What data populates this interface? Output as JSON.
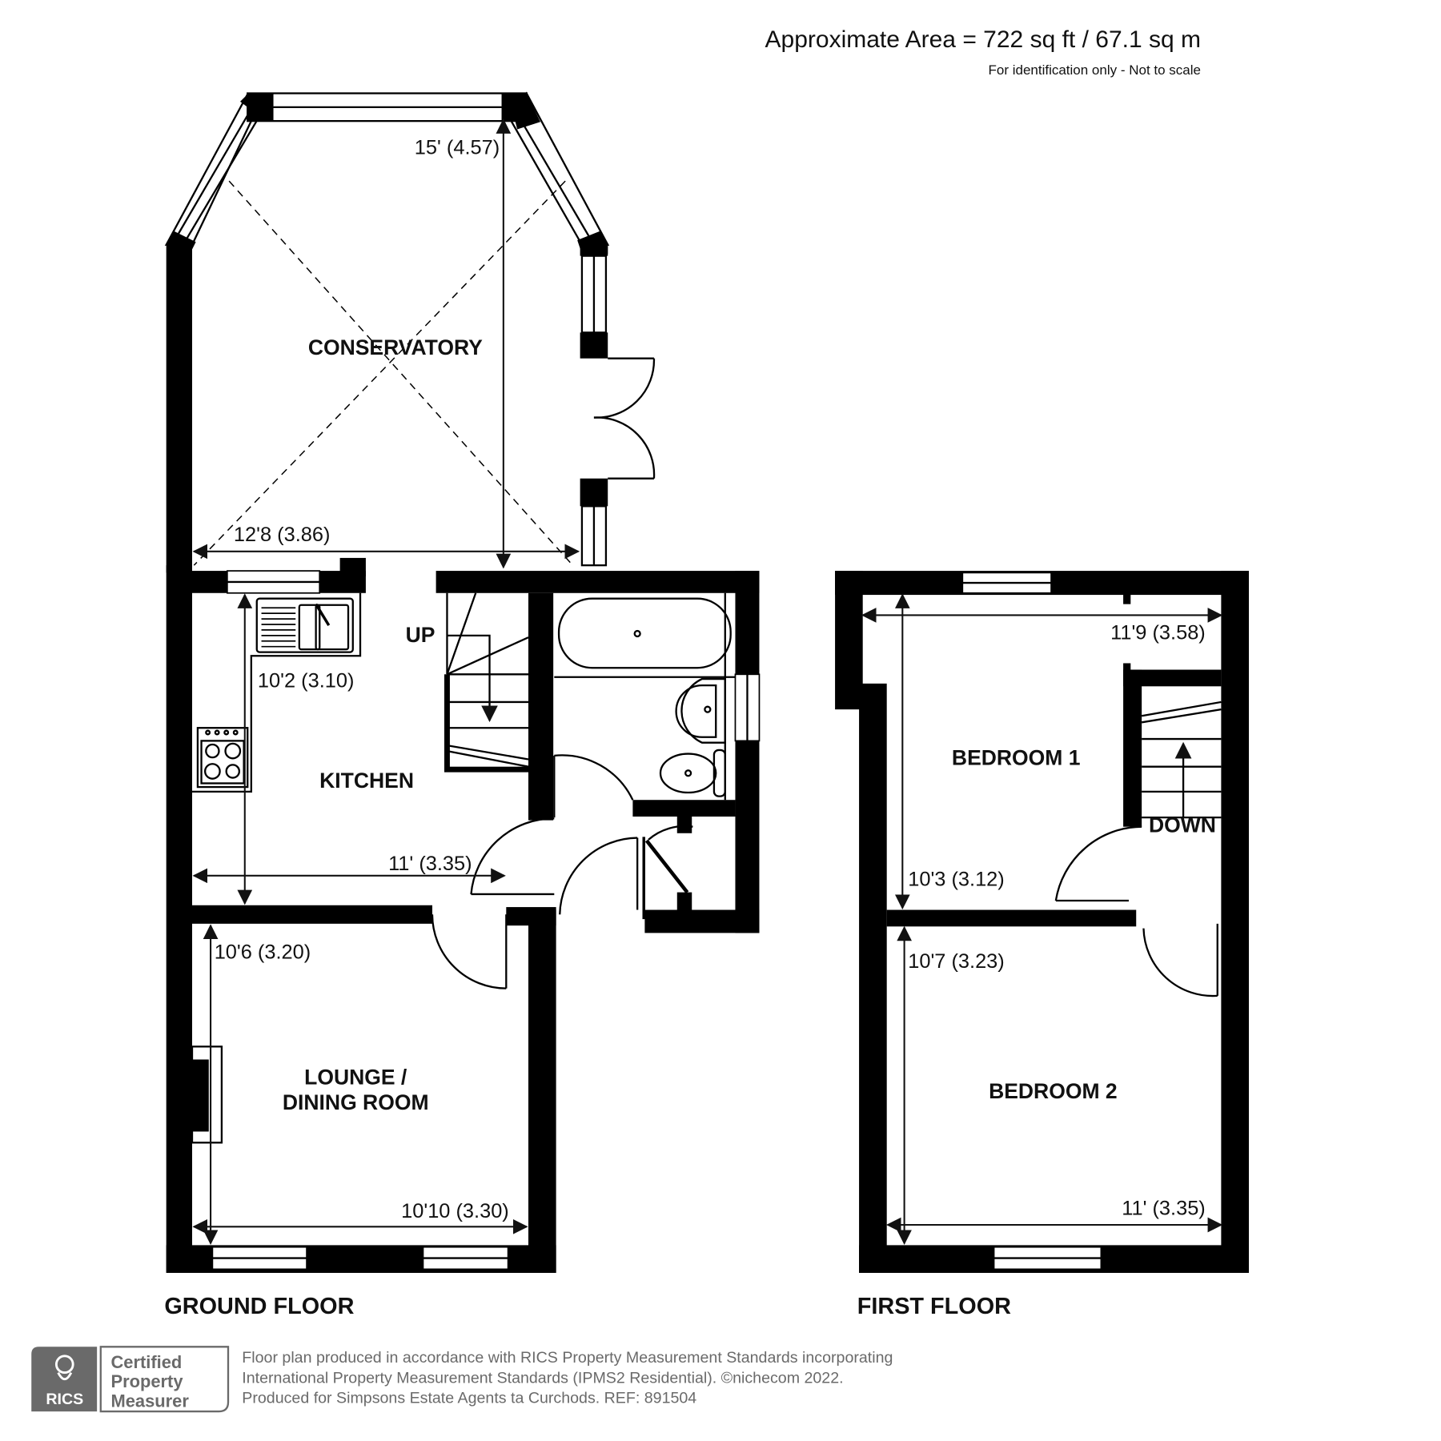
{
  "header": {
    "approx_area": "Approximate Area = 722 sq ft / 67.1 sq m",
    "disclaimer": "For identification only - Not to scale"
  },
  "ground_floor": {
    "label": "GROUND FLOOR",
    "rooms": {
      "conservatory": {
        "name": "CONSERVATORY",
        "length": "15' (4.57)",
        "width": "12'8 (3.86)"
      },
      "kitchen": {
        "name": "KITCHEN",
        "length": "10'2 (3.10)",
        "width": "11' (3.35)"
      },
      "lounge": {
        "name_line1": "LOUNGE /",
        "name_line2": "DINING ROOM",
        "length": "10'6 (3.20)",
        "width": "10'10 (3.30)"
      }
    },
    "stairs_label": "UP"
  },
  "first_floor": {
    "label": "FIRST FLOOR",
    "rooms": {
      "bedroom1": {
        "name": "BEDROOM 1",
        "length": "10'3 (3.12)",
        "width": "11'9 (3.58)"
      },
      "bedroom2": {
        "name": "BEDROOM 2",
        "length": "10'7 (3.23)",
        "width": "11' (3.35)"
      }
    },
    "stairs_label": "DOWN"
  },
  "footer": {
    "badge": {
      "logo": "RICS",
      "line1": "Certified",
      "line2": "Property",
      "line3": "Measurer"
    },
    "lines": [
      "Floor plan produced in accordance with RICS Property Measurement Standards incorporating",
      "International Property Measurement Standards (IPMS2 Residential).   ©nichecom 2022.",
      "Produced for Simpsons Estate Agents ta Curchods.   REF:  891504"
    ]
  },
  "colors": {
    "wall": "#000000",
    "background": "#ffffff",
    "footer_grey": "#6a6a6a"
  }
}
